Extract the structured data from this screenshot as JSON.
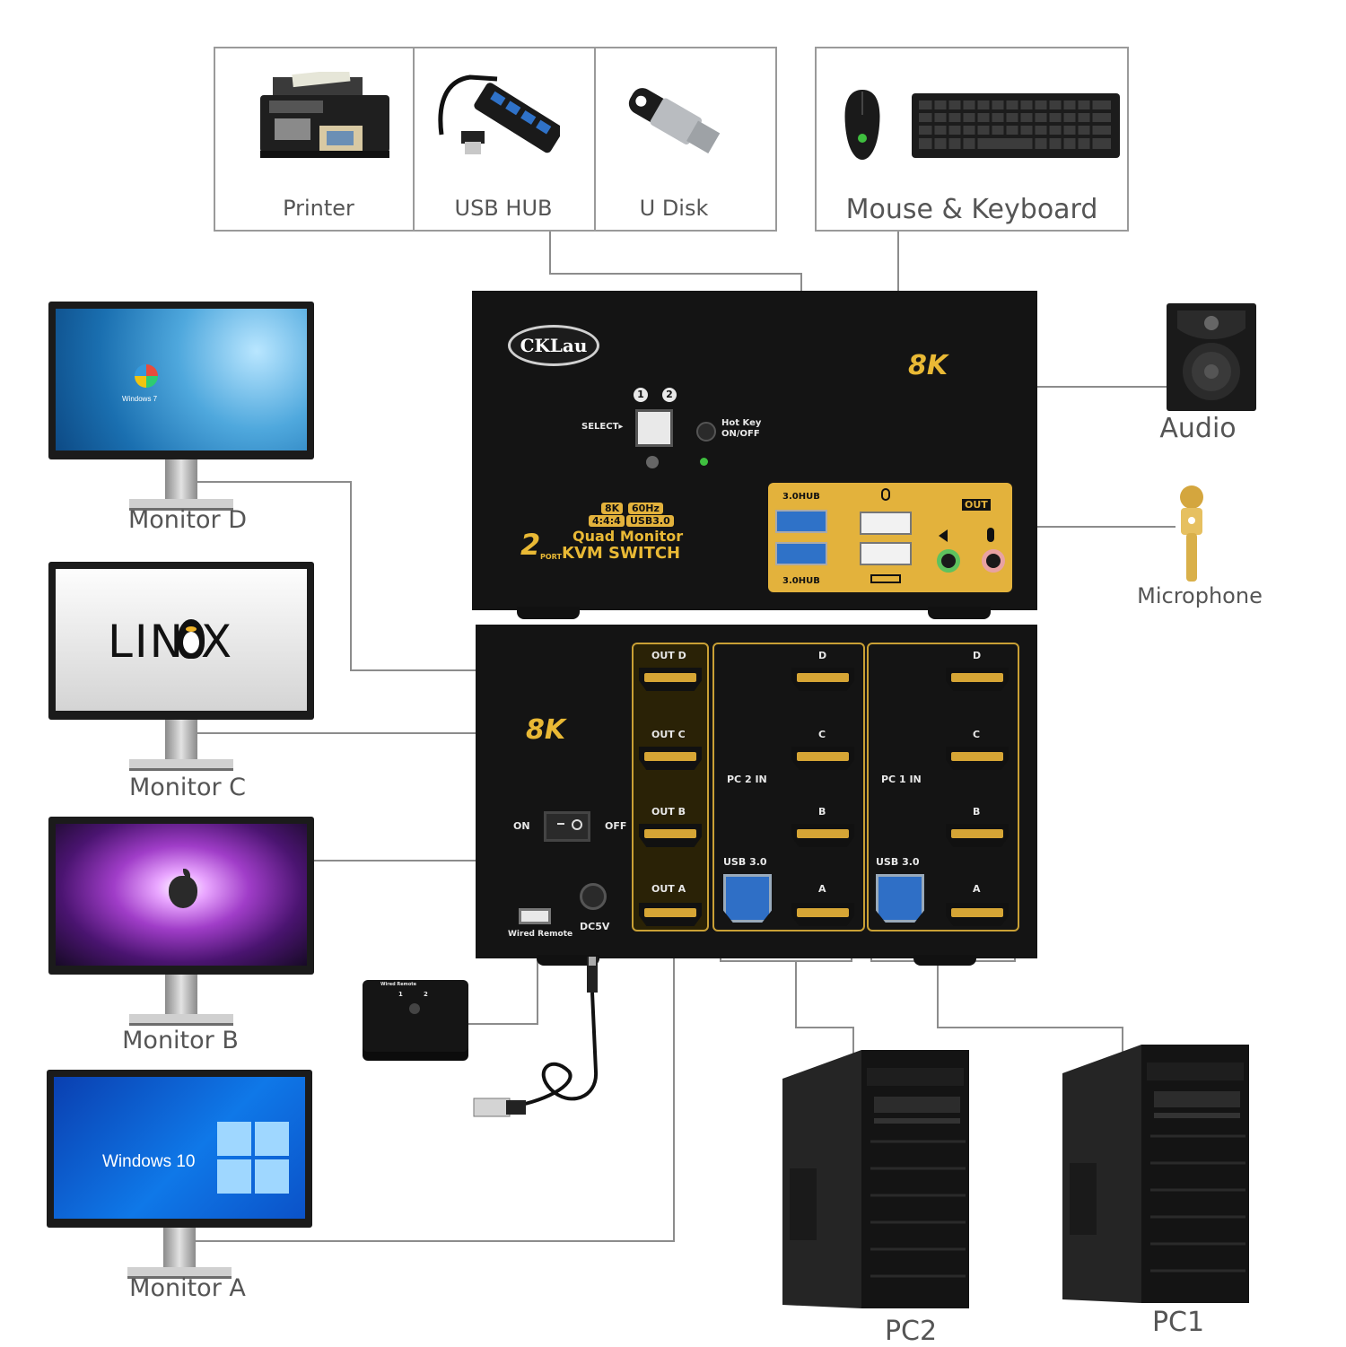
{
  "top_devices": {
    "usb_group": [
      "Printer",
      "USB HUB",
      "U Disk"
    ],
    "input_group": "Mouse & Keyboard"
  },
  "monitors": {
    "d": "Monitor D",
    "c": "Monitor C",
    "b": "Monitor B",
    "a": "Monitor A",
    "screen_c_text": "LIN X",
    "screen_a_text": "Windows 10",
    "screen_d_text": "Windows 7"
  },
  "peripherals": {
    "audio": "Audio",
    "microphone": "Microphone"
  },
  "computers": {
    "pc2": "PC2",
    "pc1": "PC1"
  },
  "front_panel": {
    "brand": "CKLau",
    "badge_8k": "8K",
    "btn_num_1": "1",
    "btn_num_2": "2",
    "select_label": "SELECT▸",
    "hotkey_label_1": "Hot Key",
    "hotkey_label_2": "ON/OFF",
    "spec_8k": "8K",
    "spec_60hz": "60Hz",
    "spec_444": "4:4:4",
    "spec_usb": "USB3.0",
    "product_line1": "Quad Monitor",
    "product_line2": "KVM SWITCH",
    "port_num": "2",
    "port_word": "PORT",
    "hub_top": "3.0HUB",
    "hub_bottom": "3.0HUB",
    "audio_out": "OUT"
  },
  "rear_panel": {
    "badge_8k": "8K",
    "out_d": "OUT D",
    "out_c": "OUT C",
    "out_b": "OUT B",
    "out_a": "OUT A",
    "pc2_in": "PC 2 IN",
    "pc1_in": "PC 1 IN",
    "port_d": "D",
    "port_c": "C",
    "port_b": "B",
    "port_a": "A",
    "usb_label": "USB 3.0",
    "switch_on": "ON",
    "switch_off": "OFF",
    "wired_remote": "Wired Remote",
    "dc": "DC5V"
  },
  "remote": {
    "label": "Wired Remote",
    "n1": "1",
    "n2": "2"
  },
  "colors": {
    "panel": "#141414",
    "gold": "#e3b23c",
    "line": "#8c8c8c",
    "label": "#555555",
    "usb3_blue": "#2f72c8"
  }
}
